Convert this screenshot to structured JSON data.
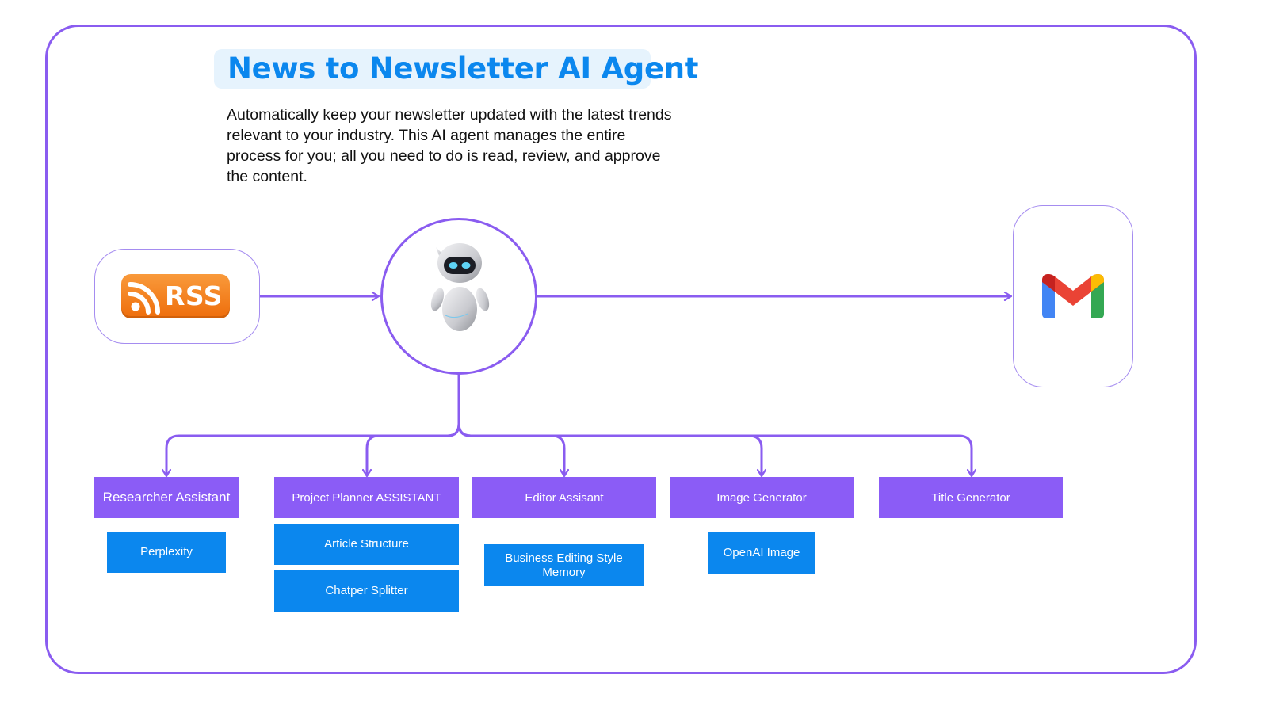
{
  "title": "News to Newsletter AI Agent",
  "description": "Automatically keep your newsletter updated with the latest trends relevant to your industry. This AI agent manages the entire process for you; all you need to do is read, review, and approve the content.",
  "source": {
    "label": "RSS",
    "icon": "rss-icon",
    "colors": [
      "#f99a3b",
      "#ee6d0b"
    ]
  },
  "agent": {
    "icon": "robot-icon"
  },
  "destination": {
    "icon": "gmail-icon",
    "colors": [
      "#4285f4",
      "#ea4335",
      "#fbbc04",
      "#34a853"
    ]
  },
  "assistants": [
    {
      "label": "Researcher Assistant",
      "tools": [
        "Perplexity"
      ]
    },
    {
      "label": "Project Planner ASSISTANT",
      "tools": [
        "Article Structure",
        "Chatper Splitter"
      ]
    },
    {
      "label": "Editor Assisant",
      "tools": [
        "Business Editing Style Memory"
      ]
    },
    {
      "label": "Image Generator",
      "tools": [
        "OpenAI Image"
      ]
    },
    {
      "label": "Title Generator",
      "tools": []
    }
  ],
  "colors": {
    "frame": "#8a5cf0",
    "assistant": "#8b5cf6",
    "tool": "#0b87ee",
    "title": "#0b87ee",
    "title_bg": "#e6f3fd"
  }
}
